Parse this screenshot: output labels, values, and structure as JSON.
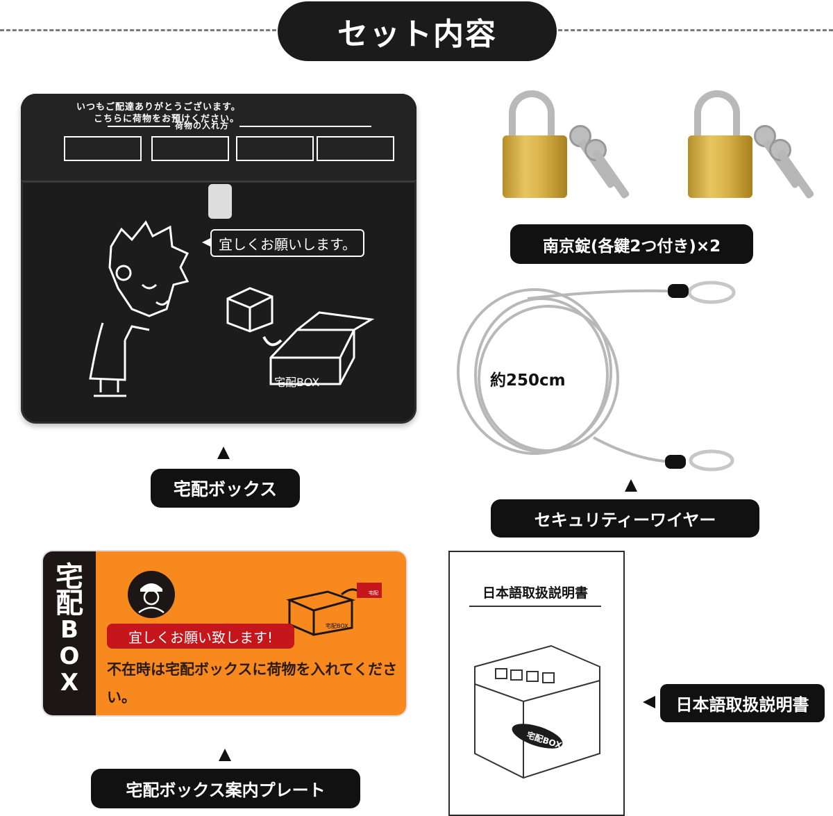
{
  "header": {
    "title": "セット内容"
  },
  "box": {
    "lid_line1": "いつもご配達ありがとうございます。",
    "lid_line2": "こちらに荷物をお預けください。",
    "lid_howto": "荷物の入れ方",
    "speech": "宜しくお願いします。",
    "box_label": "宅配BOX",
    "caption": "宅配ボックス"
  },
  "padlock": {
    "caption": "南京錠(各鍵2つ付き)×2"
  },
  "wire": {
    "length": "約250cm",
    "caption": "セキュリティーワイヤー"
  },
  "plate": {
    "side_text": [
      "宅",
      "配",
      "B",
      "O",
      "X"
    ],
    "red_label": "宜しくお願い致します!",
    "body_text": "不在時は宅配ボックスに荷物を入れてください。",
    "box_label": "宅配BOX",
    "small_label": "宅配",
    "caption": "宅配ボックス案内プレート"
  },
  "manual": {
    "title": "日本語取扱説明書",
    "box_label": "宅配BOX",
    "caption": "日本語取扱説明書"
  },
  "colors": {
    "plate_orange": "#f7891f",
    "plate_red": "#c5161c",
    "pill_black": "#111111"
  }
}
